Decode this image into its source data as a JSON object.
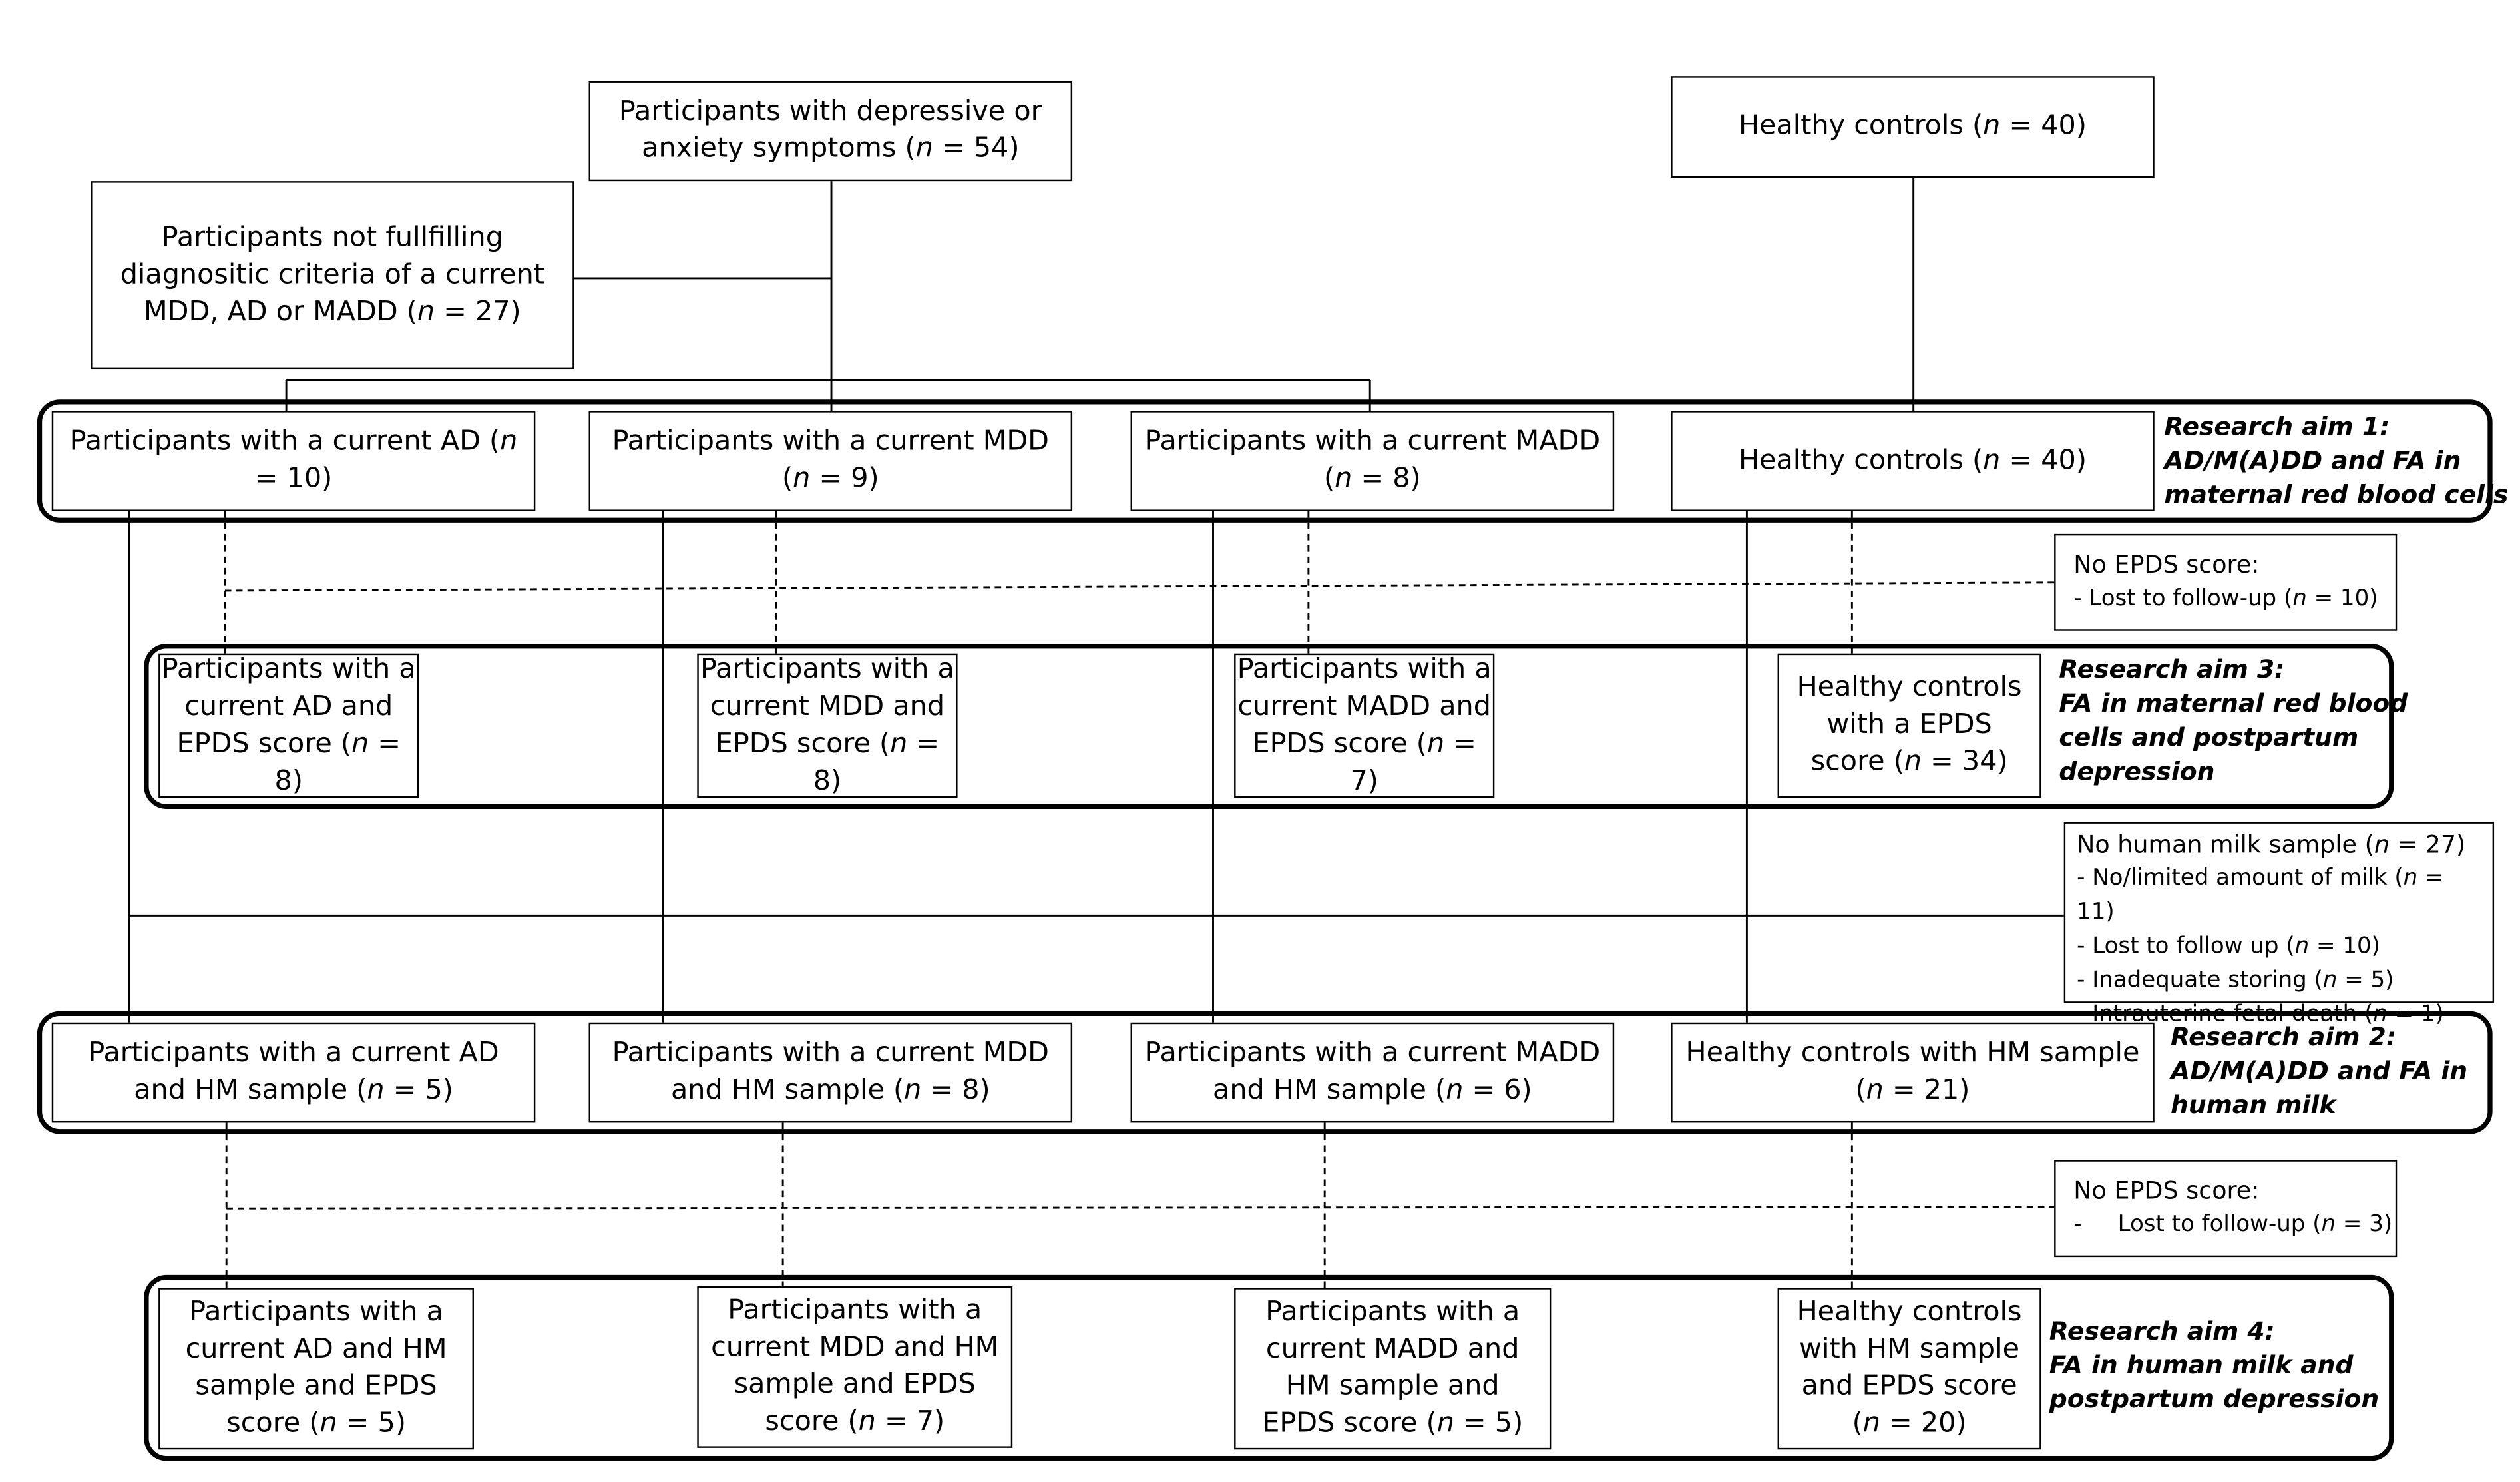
{
  "top": {
    "depressive": {
      "pre": "Participants with depressive or anxiety symptoms (",
      "n": "n",
      "post": " = 54)"
    },
    "healthy": {
      "pre": "Healthy controls (",
      "n": "n",
      "post": " = 40)"
    },
    "excluded": {
      "pre": "Participants not fullfilling diagnositic criteria of a current MDD, AD or MADD (",
      "n": "n",
      "post": " = 27)"
    }
  },
  "row1": [
    {
      "pre": "Participants with a current AD (",
      "n": "n",
      "post": " = 10)"
    },
    {
      "pre": "Participants with a current MDD (",
      "n": "n",
      "post": " = 9)"
    },
    {
      "pre": "Participants with a current MADD (",
      "n": "n",
      "post": " = 8)"
    },
    {
      "pre": "Healthy controls (",
      "n": "n",
      "post": " = 40)"
    }
  ],
  "row2": [
    {
      "pre": "Participants with a current AD and EPDS score (",
      "n": "n",
      "post": " = 8)"
    },
    {
      "pre": "Participants with a current MDD and EPDS score (",
      "n": "n",
      "post": " = 8)"
    },
    {
      "pre": "Participants with a current MADD and EPDS score (",
      "n": "n",
      "post": " = 7)"
    },
    {
      "pre": "Healthy controls with a EPDS score (",
      "n": "n",
      "post": " = 34)"
    }
  ],
  "row3": [
    {
      "pre": "Participants with a current AD and HM sample (",
      "n": "n",
      "post": " = 5)"
    },
    {
      "pre": "Participants with a current MDD and HM sample (",
      "n": "n",
      "post": " = 8)"
    },
    {
      "pre": "Participants with a current MADD and HM sample (",
      "n": "n",
      "post": " = 6)"
    },
    {
      "pre": "Healthy controls with HM sample (",
      "n": "n",
      "post": " = 21)"
    }
  ],
  "row4": [
    {
      "pre": "Participants with a current AD and HM sample and EPDS score (",
      "n": "n",
      "post": " = 5)"
    },
    {
      "pre": "Participants with a current MDD and HM sample and EPDS score (",
      "n": "n",
      "post": " = 7)"
    },
    {
      "pre": "Participants with a current MADD and HM sample and EPDS score (",
      "n": "n",
      "post": " = 5)"
    },
    {
      "pre": "Healthy controls with HM sample and EPDS score (",
      "n": "n",
      "post": " = 20)"
    }
  ],
  "aims": {
    "aim1": [
      "Research aim 1:",
      "AD/M(A)DD and FA in",
      "maternal red blood cells"
    ],
    "aim3": [
      "Research aim 3:",
      "FA in maternal red blood",
      "cells and postpartum",
      "depression"
    ],
    "aim2": [
      "Research aim 2:",
      "AD/M(A)DD and FA in",
      "human milk"
    ],
    "aim4": [
      "Research aim 4:",
      "FA in human milk and",
      "postpartum depression"
    ]
  },
  "notes": {
    "no_epds_1": {
      "title": "No EPDS score:",
      "items": [
        {
          "pre": "- Lost to follow-up (",
          "n": "n",
          "post": " = 10)"
        }
      ]
    },
    "no_milk": {
      "title_pre": "No human milk sample (",
      "title_n": "n",
      "title_post": " = 27)",
      "items": [
        {
          "pre": "- No/limited amount of milk (",
          "n": "n",
          "post": " = 11)"
        },
        {
          "pre": "- Lost to follow up (",
          "n": "n",
          "post": " = 10)"
        },
        {
          "pre": "- Inadequate storing (",
          "n": "n",
          "post": " = 5)"
        },
        {
          "pre": "- Intrauterine fetal death (",
          "n": "n",
          "post": " = 1)"
        }
      ]
    },
    "no_epds_2": {
      "title": "No EPDS score:",
      "items": [
        {
          "pre": "-     Lost to follow-up (",
          "n": "n",
          "post": " = 3)"
        }
      ]
    }
  }
}
